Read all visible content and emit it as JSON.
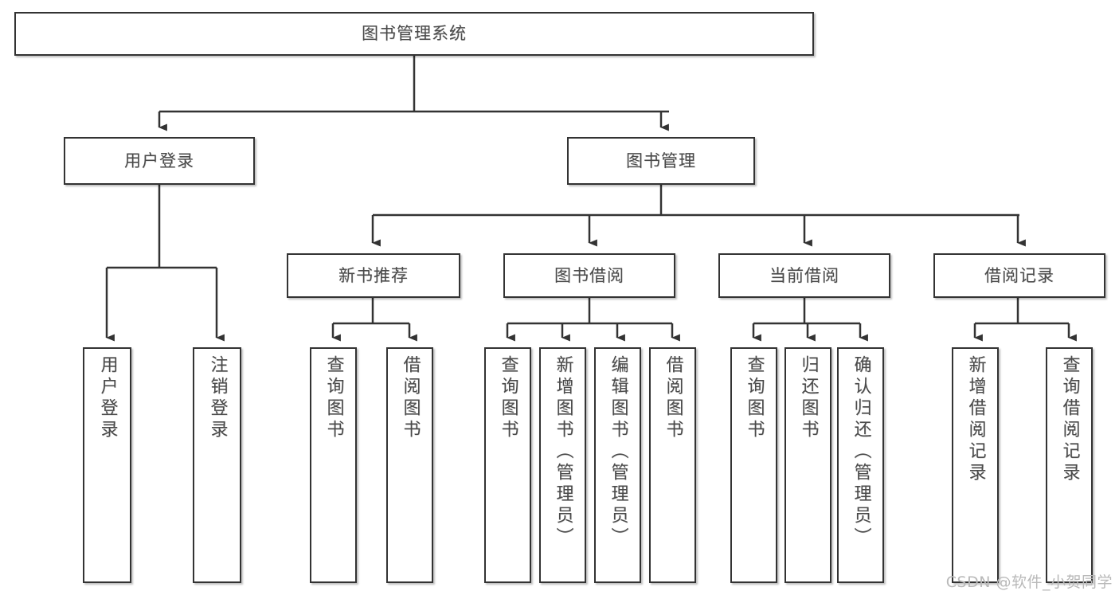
{
  "diagram": {
    "title": "图书管理系统",
    "type": "tree",
    "colors": {
      "stroke": "#333333",
      "text": "#4a4a4a",
      "background": "#ffffff",
      "watermark": "#b9b9b9"
    },
    "root": {
      "label": "图书管理系统"
    },
    "level2": [
      {
        "label": "用户登录"
      },
      {
        "label": "图书管理"
      }
    ],
    "level3": [
      {
        "label": "新书推荐"
      },
      {
        "label": "图书借阅"
      },
      {
        "label": "当前借阅"
      },
      {
        "label": "借阅记录"
      }
    ],
    "leaves": [
      {
        "label": "用户登录",
        "parent": "用户登录"
      },
      {
        "label": "注销登录",
        "parent": "用户登录"
      },
      {
        "label": "查询图书",
        "parent": "新书推荐"
      },
      {
        "label": "借阅图书",
        "parent": "新书推荐"
      },
      {
        "label": "查询图书",
        "parent": "图书借阅"
      },
      {
        "label": "新增图书（管理员）",
        "parent": "图书借阅"
      },
      {
        "label": "编辑图书（管理员）",
        "parent": "图书借阅"
      },
      {
        "label": "借阅图书",
        "parent": "图书借阅"
      },
      {
        "label": "查询图书",
        "parent": "当前借阅"
      },
      {
        "label": "归还图书",
        "parent": "当前借阅"
      },
      {
        "label": "确认归还（管理员）",
        "parent": "当前借阅"
      },
      {
        "label": "新增借阅记录",
        "parent": "借阅记录"
      },
      {
        "label": "查询借阅记录",
        "parent": "借阅记录"
      }
    ]
  },
  "watermark": {
    "text": "CSDN @软件_小贺同学"
  }
}
